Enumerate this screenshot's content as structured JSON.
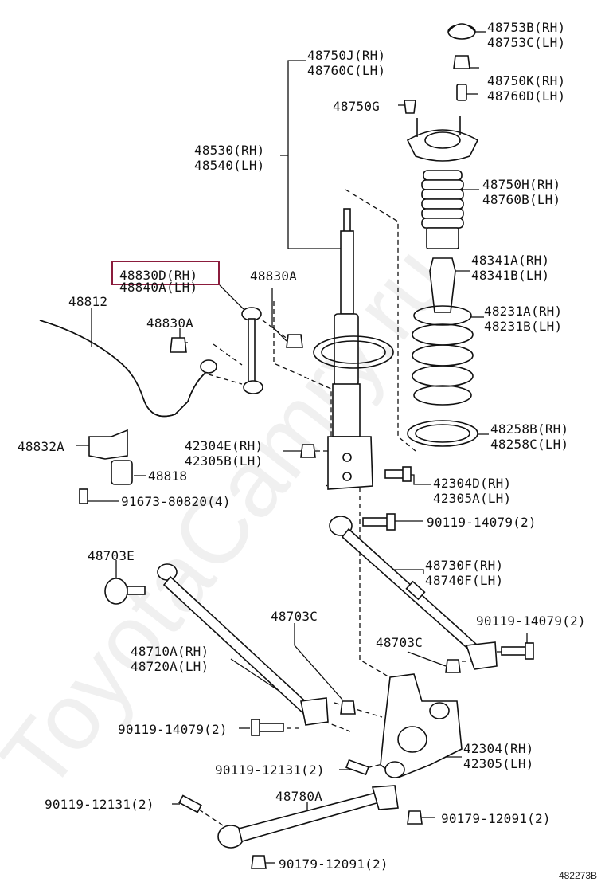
{
  "diagram": {
    "id": "482273B",
    "watermark": "ToyotaCamry.ru",
    "highlight_color": "#8b1c3c"
  },
  "labels": {
    "p48753": {
      "line1": "48753B(RH)",
      "line2": "48753C(LH)"
    },
    "p48750j": {
      "line1": "48750J(RH)",
      "line2": "48760C(LH)"
    },
    "p48750k": {
      "line1": "48750K(RH)",
      "line2": "48760D(LH)"
    },
    "p48750g": {
      "line1": "48750G"
    },
    "p48530": {
      "line1": "48530(RH)",
      "line2": "48540(LH)"
    },
    "p48750h": {
      "line1": "48750H(RH)",
      "line2": "48760B(LH)"
    },
    "p48341": {
      "line1": "48341A(RH)",
      "line2": "48341B(LH)"
    },
    "p48830d": {
      "line1": "48830D(RH)",
      "line2": "48840A(LH)"
    },
    "p48830a_top": {
      "line1": "48830A"
    },
    "p48812": {
      "line1": "48812"
    },
    "p48830a_left": {
      "line1": "48830A"
    },
    "p48231": {
      "line1": "48231A(RH)",
      "line2": "48231B(LH)"
    },
    "p48258": {
      "line1": "48258B(RH)",
      "line2": "48258C(LH)"
    },
    "p48832a": {
      "line1": "48832A"
    },
    "p42304e": {
      "line1": "42304E(RH)",
      "line2": "42305B(LH)"
    },
    "p48818": {
      "line1": "48818"
    },
    "p42304d": {
      "line1": "42304D(RH)",
      "line2": "42305A(LH)"
    },
    "p91673": {
      "line1": "91673-80820(4)"
    },
    "p90119_a": {
      "line1": "90119-14079(2)"
    },
    "p48703e": {
      "line1": "48703E"
    },
    "p48730f": {
      "line1": "48730F(RH)",
      "line2": "48740F(LH)"
    },
    "p48703c_mid": {
      "line1": "48703C"
    },
    "p90119_b": {
      "line1": "90119-14079(2)"
    },
    "p48710a": {
      "line1": "48710A(RH)",
      "line2": "48720A(LH)"
    },
    "p48703c_right": {
      "line1": "48703C"
    },
    "p90119_c": {
      "line1": "90119-14079(2)"
    },
    "p42304": {
      "line1": "42304(RH)",
      "line2": "42305(LH)"
    },
    "p90119_12131_a": {
      "line1": "90119-12131(2)"
    },
    "p48780a": {
      "line1": "48780A"
    },
    "p90119_12131_b": {
      "line1": "90119-12131(2)"
    },
    "p90179_a": {
      "line1": "90179-12091(2)"
    },
    "p90179_b": {
      "line1": "90179-12091(2)"
    }
  }
}
